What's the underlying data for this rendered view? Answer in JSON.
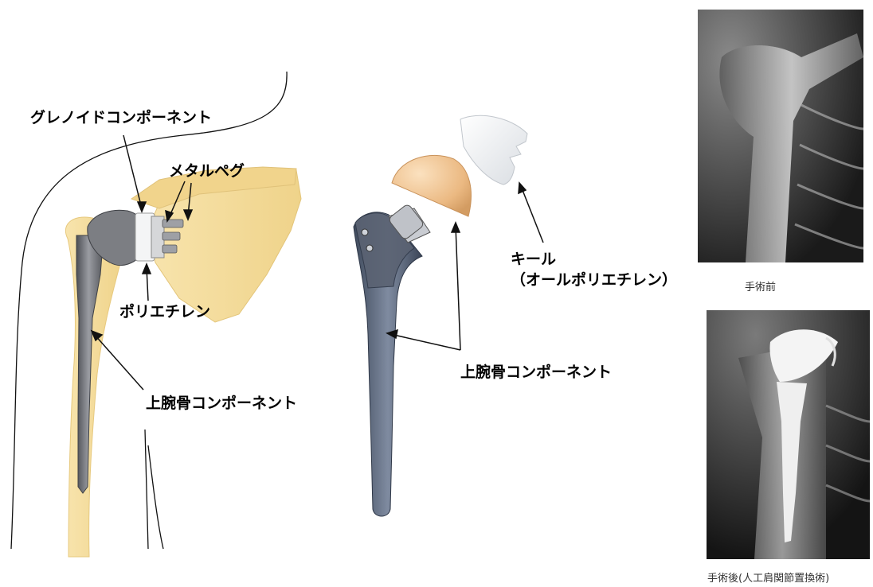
{
  "labels": {
    "glenoid_component": "グレノイドコンポーネント",
    "metal_peg": "メタルペグ",
    "polyethylene": "ポリエチレン",
    "humeral_component_left": "上腕骨コンポーネント",
    "humeral_component_center": "上腕骨コンポーネント",
    "keel_line1": "キール",
    "keel_line2": "（オールポリエチレン）"
  },
  "xrays": {
    "before_caption": "手術前",
    "after_caption": "手術後(人工肩関節置換術)"
  },
  "colors": {
    "bone": "#f6de9b",
    "bone_dark": "#e8c873",
    "implant_metal": "#6f7176",
    "humeral_head_tan": "#e8b37a",
    "keel_white": "#eef0f2",
    "xray_bg": "#1c1c1c"
  }
}
